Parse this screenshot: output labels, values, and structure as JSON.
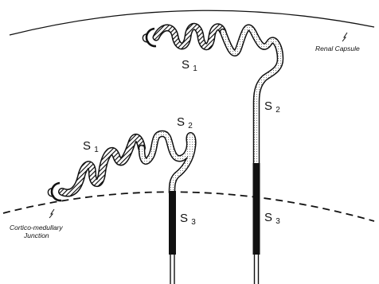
{
  "figure": {
    "labels": {
      "renal_capsule": "Renal Capsule",
      "cortico_line1": "Cortico-medullary",
      "cortico_line2": "Junction"
    },
    "nephrons": [
      {
        "id": "superficial",
        "segments": {
          "s1": "S1",
          "s2": "S2",
          "s3": "S3"
        }
      },
      {
        "id": "juxtamedullary",
        "segments": {
          "s1": "S1",
          "s2": "S2",
          "s3": "S3"
        }
      }
    ]
  }
}
